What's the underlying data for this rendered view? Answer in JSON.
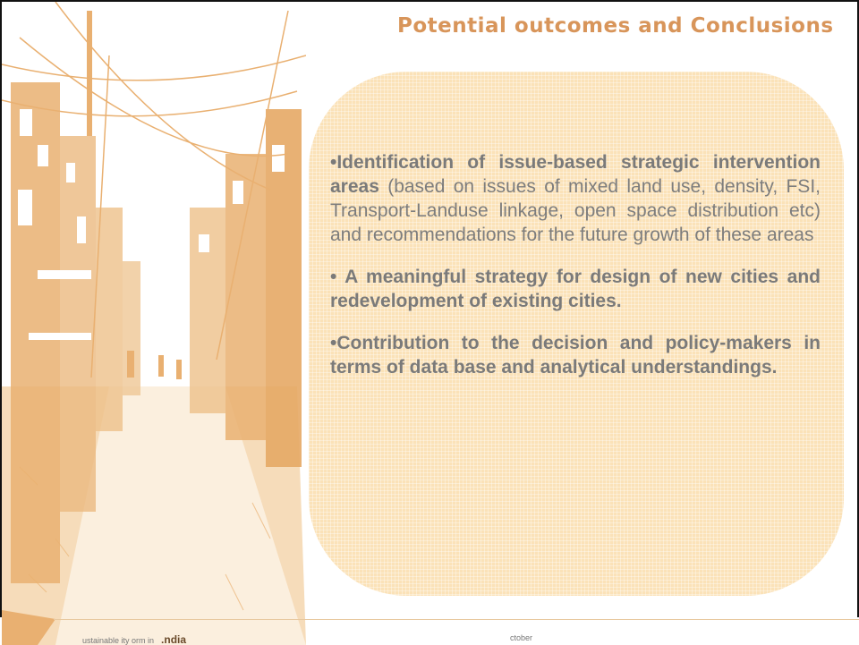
{
  "slide": {
    "title": "Potential outcomes and Conclusions",
    "bullets": [
      {
        "bold": "•Identification of issue-based strategic intervention areas",
        "text": " (based on issues of mixed land use, density, FSI, Transport-Landuse linkage, open space distribution etc) and recommendations for the future growth of these areas"
      },
      {
        "bold": "• A meaningful strategy for design of new cities and redevelopment of existing cities.",
        "text": ""
      },
      {
        "bold": "•Contribution to the decision and policy-makers in terms of data base and analytical understandings.",
        "text": ""
      }
    ]
  },
  "footer": {
    "left_text": "ustainable ity orm in",
    "left_mark": ".ndia",
    "mid_text": "ctober"
  },
  "colors": {
    "title": "#d8955a",
    "panel": "#fbe2b8",
    "sketch": "#e9b071",
    "body_text": "#7d7d7d"
  }
}
